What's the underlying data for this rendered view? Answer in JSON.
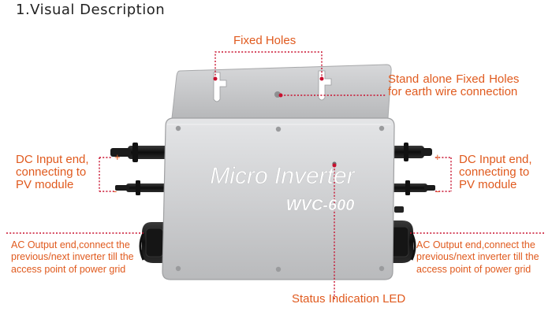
{
  "title": "1.Visual Description",
  "labels": {
    "fixed_holes": "Fixed Holes",
    "stand_alone_line1": "Stand  alone  Fixed  Holes",
    "stand_alone_line2": "for earth wire connection",
    "dc_left_line1": "DC Input end,",
    "dc_left_line2": "connecting to",
    "dc_left_line3": "PV module",
    "dc_right_line1": "DC Input end,",
    "dc_right_line2": "connecting to",
    "dc_right_line3": "PV module",
    "ac_left_line1": "AC Output end,connect the",
    "ac_left_line2": "previous/next inverter till the",
    "ac_left_line3": "access  point  of  power grid",
    "ac_right_line1": "AC Output end,connect the",
    "ac_right_line2": "previous/next inverter till the",
    "ac_right_line3": "access  point  of  power grid",
    "status_led": "Status Indication LED"
  },
  "device": {
    "brand_text": "Micro Inverter",
    "model_text": "WVC-600"
  },
  "polarity": {
    "plus": "+",
    "minus": "-"
  },
  "colors": {
    "accent": "#e05a1e",
    "leader": "#c8102e",
    "body": "#d2d3d5",
    "bracket": "#c4c5c7",
    "connector": "#222222"
  }
}
